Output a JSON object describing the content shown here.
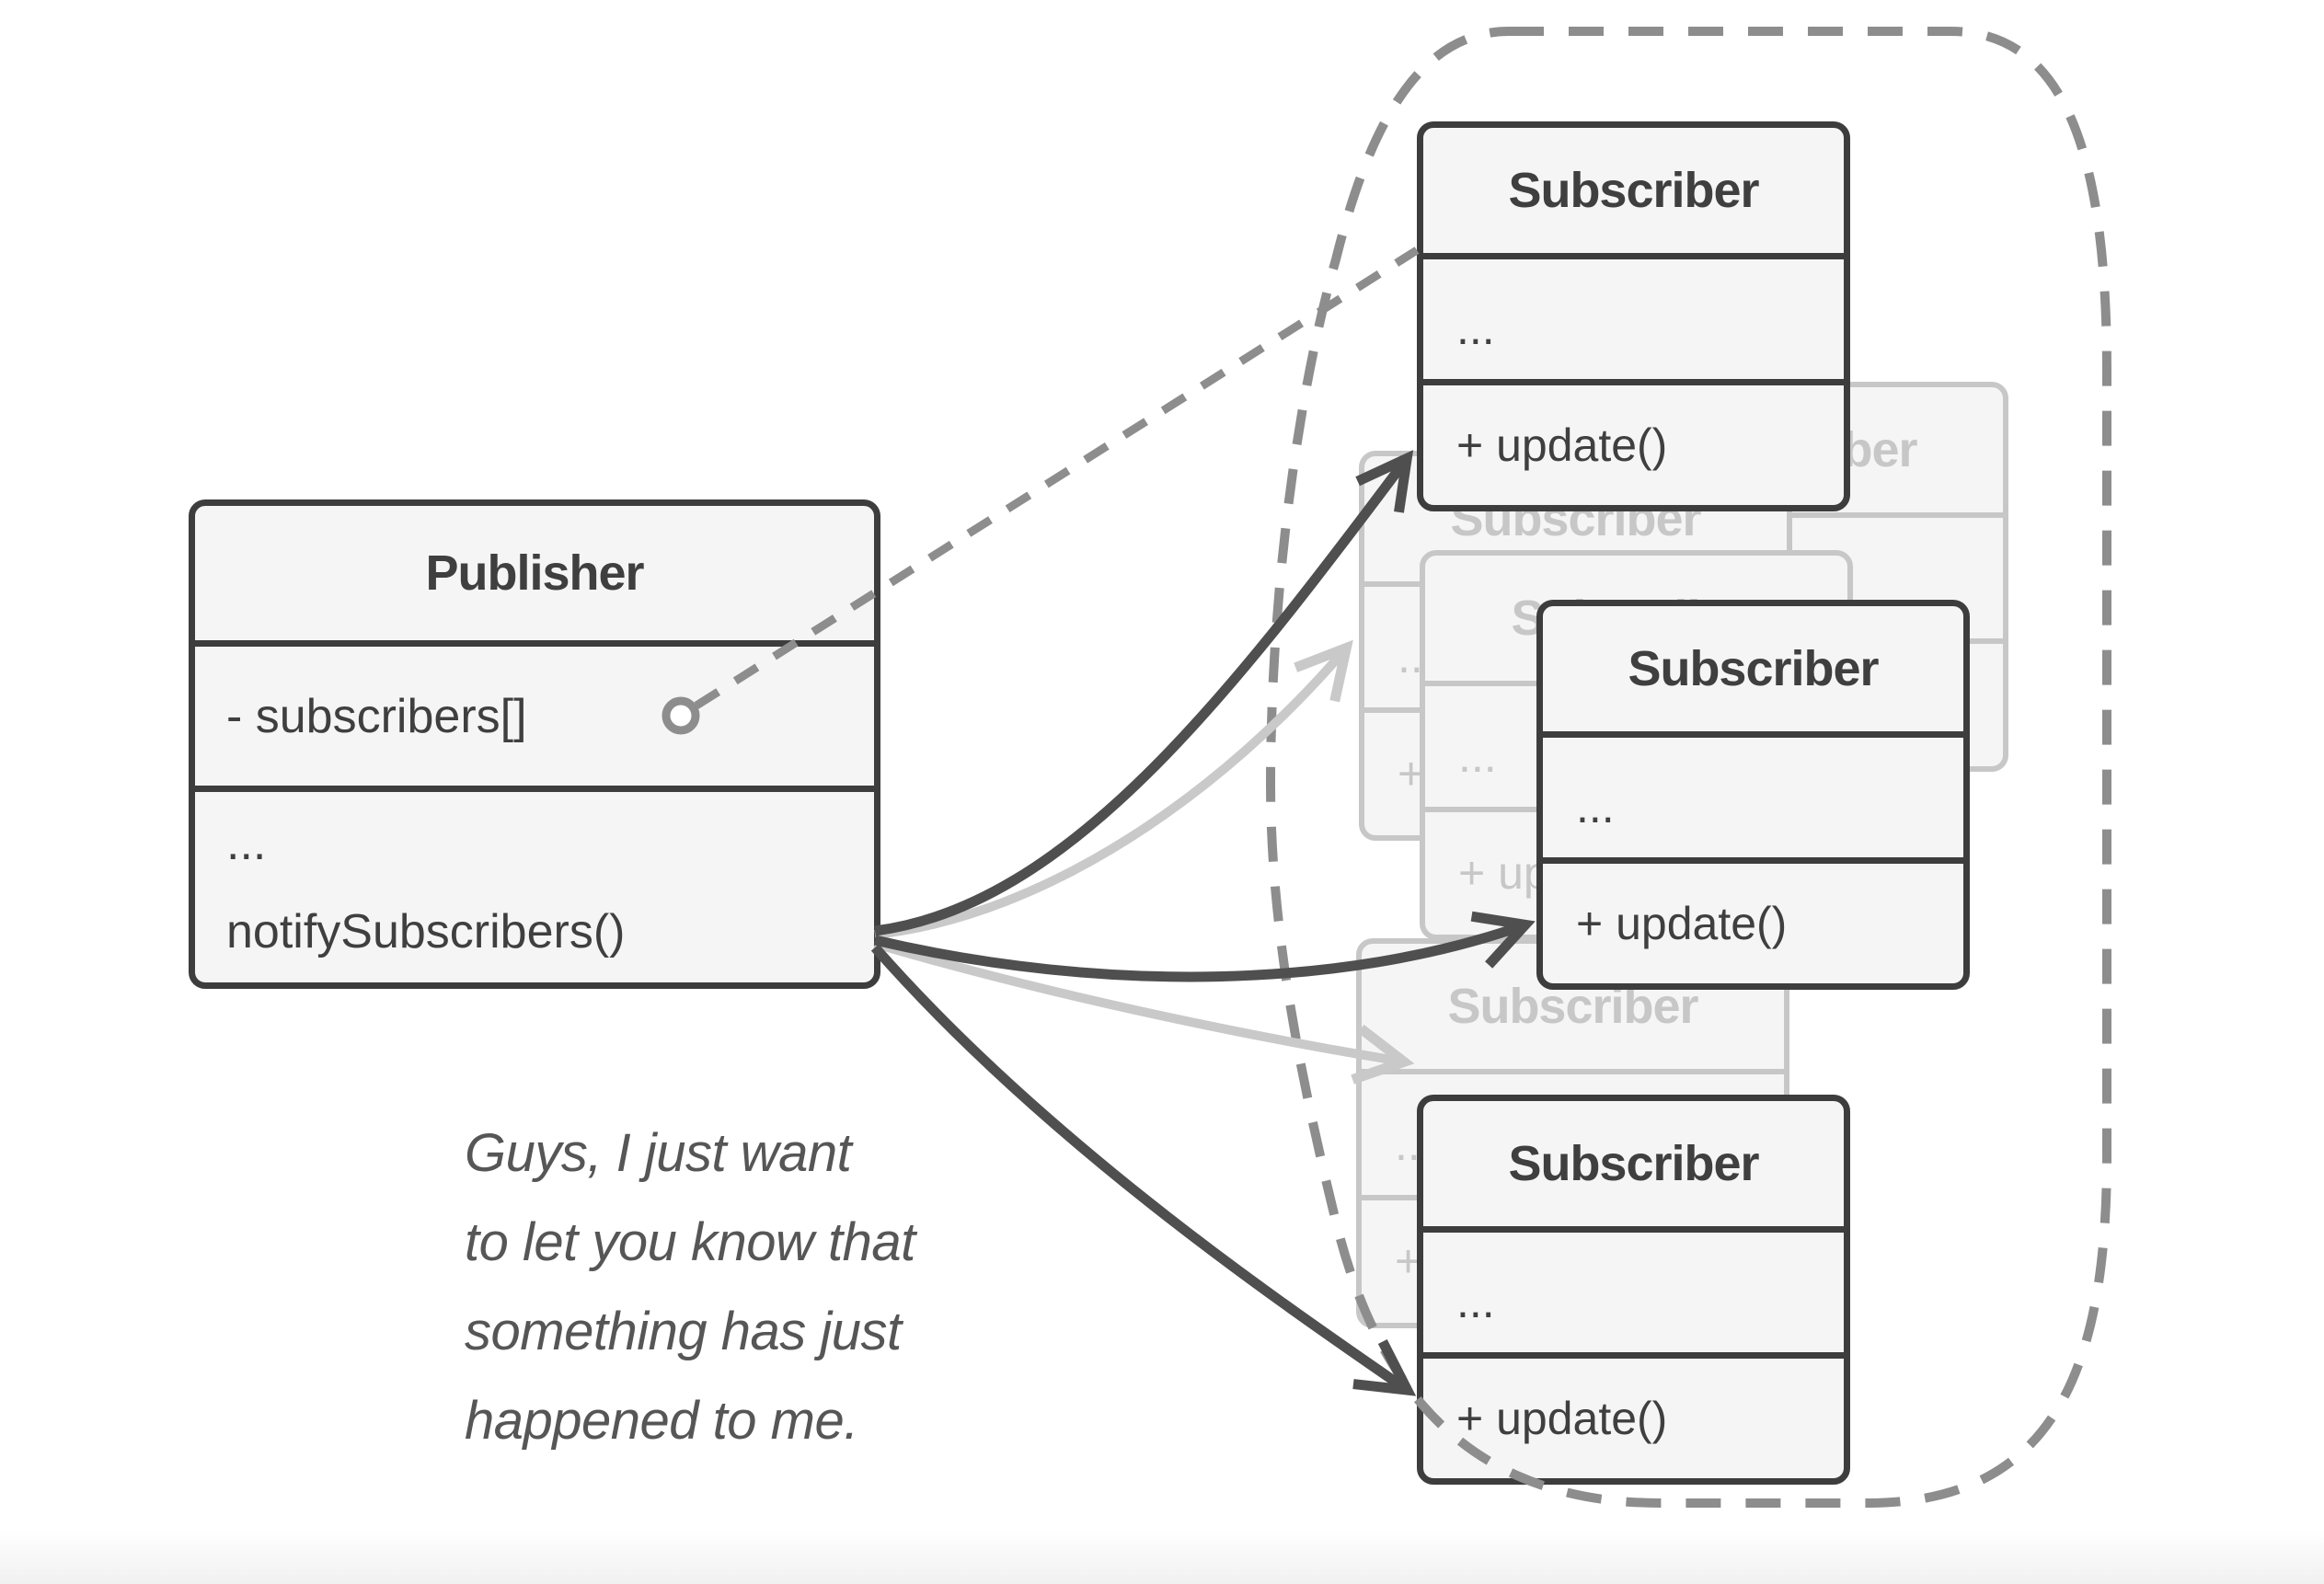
{
  "publisher": {
    "title": "Publisher",
    "attribute": "- subscribers[]",
    "ellipsis": "...",
    "method": "notifySubscribers()"
  },
  "subscribers": [
    {
      "title": "Subscriber",
      "ellipsis": "...",
      "method": "+ update()"
    },
    {
      "title": "Subscriber",
      "ellipsis": "...",
      "method": "+ update()"
    },
    {
      "title": "Subscriber",
      "ellipsis": "...",
      "method": "+ update()"
    }
  ],
  "ghosts": [
    {
      "title": "Subscriber",
      "ellipsis": "...",
      "method": "+ update()"
    },
    {
      "title": "Subscriber",
      "ellipsis": "...",
      "method": "+ update()"
    },
    {
      "title": "Subscriber",
      "ellipsis": "...",
      "method": "+ update()"
    },
    {
      "title": "Subscriber",
      "ellipsis": "...",
      "method": "+ update()"
    }
  ],
  "note": {
    "lines": [
      "Guys, I just want",
      "to let you know that",
      "something has just",
      "happened to me."
    ]
  },
  "colors": {
    "card_border": "#3d3d3d",
    "card_fill": "#f5f5f5",
    "ghost": "#c7c7c7",
    "arrow_dark": "#4f4f4f",
    "arrow_light": "#c9c9c9",
    "dashed_boundary": "#8d8d8d",
    "note_text": "#565656"
  }
}
